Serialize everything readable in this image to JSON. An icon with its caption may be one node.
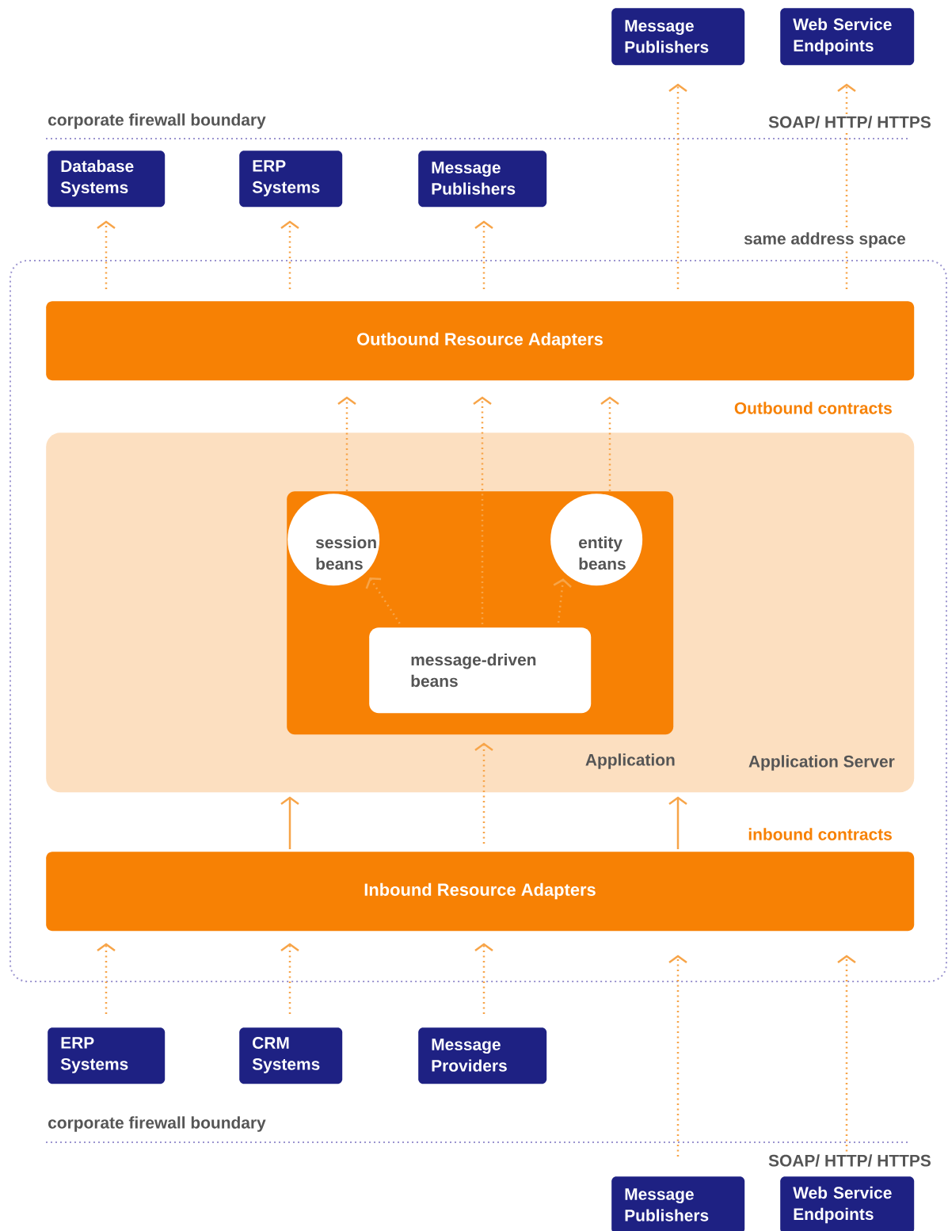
{
  "diagram": {
    "nodes": [
      {
        "text": [
          "Message Publishers"
        ]
      },
      {
        "text": [
          "Web Service Endpoints"
        ]
      },
      {
        "text": [
          "Database Systems"
        ]
      },
      {
        "text": [
          "ERP Systems"
        ]
      },
      {
        "text": [
          "Message Publishers"
        ]
      },
      {
        "text": [],
        "shape": "box"
      },
      {
        "text": [
          "Outbound Resource Adapters"
        ],
        "in": 5
      },
      {
        "text": [
          "Application Server"
        ],
        "in": 5
      },
      {
        "text": [
          "Application"
        ],
        "in": 7
      },
      {
        "text": [
          "session beans"
        ],
        "in": 8
      },
      {
        "text": [
          "entity beans"
        ],
        "in": 8
      },
      {
        "text": [
          "message-driven beans"
        ],
        "in": 8
      },
      {
        "text": [
          "Inbound Resource Adapters"
        ],
        "in": 5
      },
      {
        "text": [
          "ERP Systems"
        ]
      },
      {
        "text": [
          "CRM Systems"
        ]
      },
      {
        "text": [
          "Message Providers"
        ]
      },
      {
        "text": [
          "Message Publishers"
        ]
      },
      {
        "text": [
          "Web Service Endpoints"
        ]
      }
    ],
    "edges": [
      {
        "from": 6,
        "to": 2,
        "arrow": "to",
        "style": "dashed"
      },
      {
        "from": 6,
        "to": 3,
        "arrow": "to",
        "style": "dashed"
      },
      {
        "from": 6,
        "to": 4,
        "arrow": "to",
        "style": "dashed"
      },
      {
        "from": 6,
        "to": 0,
        "arrow": "to",
        "style": "dashed"
      },
      {
        "from": 6,
        "to": 1,
        "arrow": "to",
        "style": "dashed"
      },
      {
        "from": 8,
        "to": 6,
        "arrow": "to",
        "style": "dashed"
      },
      {
        "from": 11,
        "to": 6,
        "arrow": "to",
        "style": "dashed"
      },
      {
        "from": 8,
        "to": 6,
        "arrow": "to",
        "style": "dashed"
      },
      {
        "from": 11,
        "to": 9,
        "arrow": "to",
        "style": "dashed"
      },
      {
        "from": 11,
        "to": 10,
        "arrow": "to",
        "style": "dashed"
      },
      {
        "from": 12,
        "to": 7,
        "arrow": "to"
      },
      {
        "from": 12,
        "to": 8,
        "arrow": "to",
        "style": "dashed"
      },
      {
        "from": 12,
        "to": 7,
        "arrow": "to"
      },
      {
        "from": 13,
        "to": 12,
        "arrow": "to",
        "style": "dashed"
      },
      {
        "from": 14,
        "to": 12,
        "arrow": "to",
        "style": "dashed"
      },
      {
        "from": 15,
        "to": 12,
        "arrow": "to",
        "style": "dashed"
      },
      {
        "from": 16,
        "to": 12,
        "arrow": "to",
        "style": "dashed"
      },
      {
        "from": 17,
        "to": 12,
        "arrow": "to",
        "style": "dashed"
      }
    ],
    "labels": [
      "corporate firewall boundary",
      "SOAP/ HTTP/ HTTPS",
      "same address space",
      "Outbound contracts",
      "inbound contracts",
      "corporate firewall boundary",
      "SOAP/ HTTP/ HTTPS"
    ]
  }
}
